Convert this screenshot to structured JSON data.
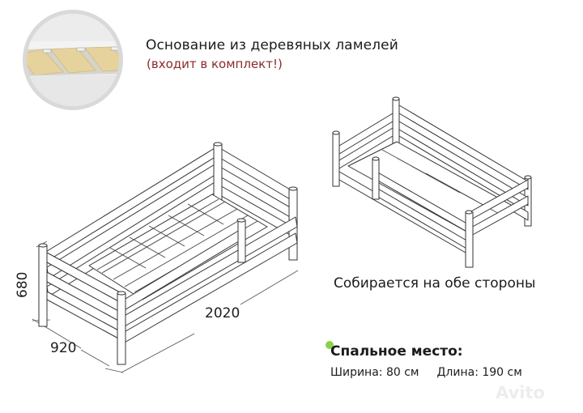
{
  "header": {
    "title": "Основание из деревяных ламелей",
    "subtitle": "(входит в комплект!)"
  },
  "slat_inset": {
    "icon": "wooden-slats-closeup"
  },
  "main_diagram": {
    "icon": "bed-isometric-dimensioned",
    "dimensions": {
      "height": "680",
      "width": "920",
      "length": "2020"
    }
  },
  "reverse_diagram": {
    "icon": "bed-isometric-mirrored",
    "caption": "Собирается на обе стороны"
  },
  "sleeping_area": {
    "title": "Спальное место:",
    "width_label": "Ширина: 80 см",
    "length_label": "Длина: 190 см",
    "accent_color": "#8cd14a"
  },
  "watermark": {
    "text": "Avito"
  }
}
